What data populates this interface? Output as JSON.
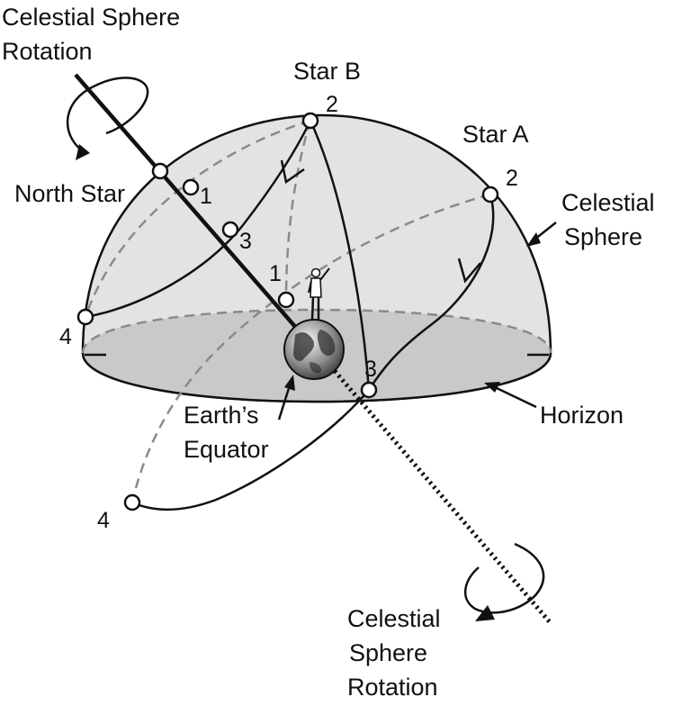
{
  "labels": {
    "rotation_top_line1": "Celestial Sphere",
    "rotation_top_line2": "Rotation",
    "star_b": "Star B",
    "star_a": "Star A",
    "north_star": "North Star",
    "celestial_sphere_line1": "Celestial",
    "celestial_sphere_line2": "Sphere",
    "horizon": "Horizon",
    "earths_equator_line1": "Earth’s",
    "earths_equator_line2": "Equator",
    "rotation_bottom_line1": "Celestial",
    "rotation_bottom_line2": "Sphere",
    "rotation_bottom_line3": "Rotation"
  },
  "star_a_positions": [
    "1",
    "2",
    "3",
    "4"
  ],
  "star_b_positions": [
    "1",
    "2",
    "3",
    "4"
  ],
  "colors": {
    "dome_fill": "#e3e3e3",
    "horizon_fill": "#c9c9c9",
    "line": "#111111",
    "dashed_line": "#8a8a8a"
  }
}
